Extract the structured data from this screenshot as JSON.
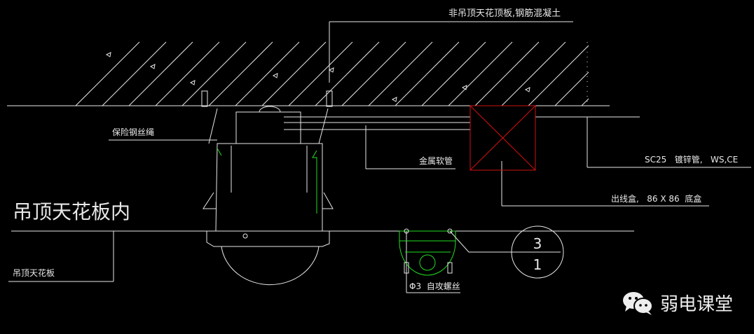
{
  "labels": {
    "slab": "非吊顶天花顶板,钢筋混凝土",
    "safety_wire": "保险钢丝绳",
    "flex_conduit": "金属软管",
    "conduit": "SC25   镀锌管,   WS,CE",
    "outlet_box": "出线盒,   86 X 86  底盒",
    "ceiling_inside": "吊顶天花板内",
    "ceiling": "吊顶天花板",
    "screw": "Φ3  自攻螺丝"
  },
  "detail_ref": {
    "top": "3",
    "bottom": "1"
  },
  "watermark": "弱电课堂",
  "colors": {
    "line": "#e8e8e8",
    "box": "#d01010",
    "camera": "#22dd22"
  }
}
